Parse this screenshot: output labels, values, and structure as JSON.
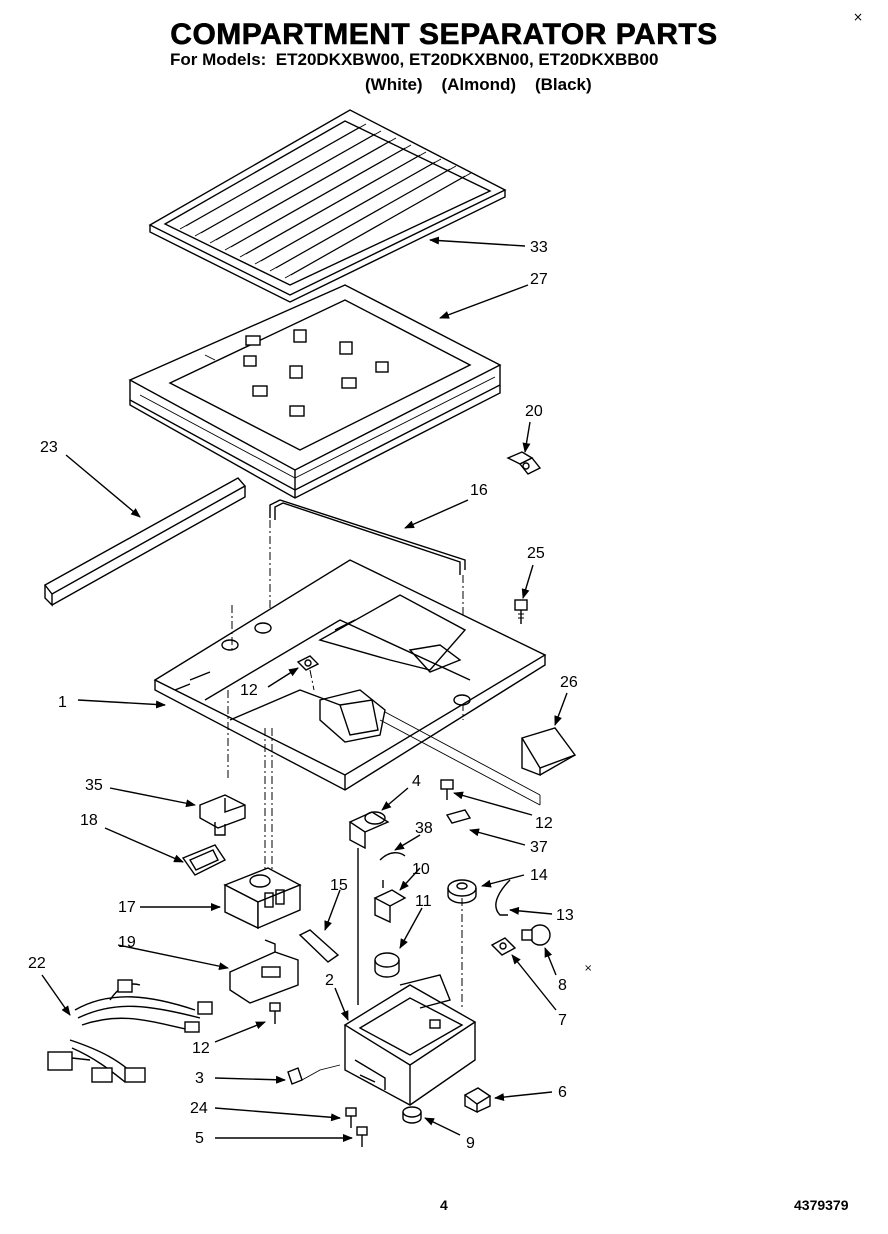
{
  "header": {
    "title": "COMPARTMENT SEPARATOR PARTS",
    "models_line": "For Models:  ET20DKXBW00, ET20DKXBN00, ET20DKXBB00",
    "variants_line": "(White)    (Almond)    (Black)"
  },
  "footer": {
    "page_number": "4",
    "document_code": "4379379"
  },
  "marks": {
    "corner": "×",
    "stray": "×"
  },
  "callouts": {
    "c1": "1",
    "c2": "2",
    "c3": "3",
    "c4": "4",
    "c5": "5",
    "c6": "6",
    "c7": "7",
    "c8": "8",
    "c9": "9",
    "c10": "10",
    "c11": "11",
    "c12a": "12",
    "c12b": "12",
    "c12c": "12",
    "c13": "13",
    "c14": "14",
    "c15": "15",
    "c16": "16",
    "c17": "17",
    "c18": "18",
    "c19": "19",
    "c20": "20",
    "c22": "22",
    "c23": "23",
    "c24": "24",
    "c25": "25",
    "c26": "26",
    "c27": "27",
    "c33": "33",
    "c35": "35",
    "c37": "37",
    "c38": "38"
  }
}
